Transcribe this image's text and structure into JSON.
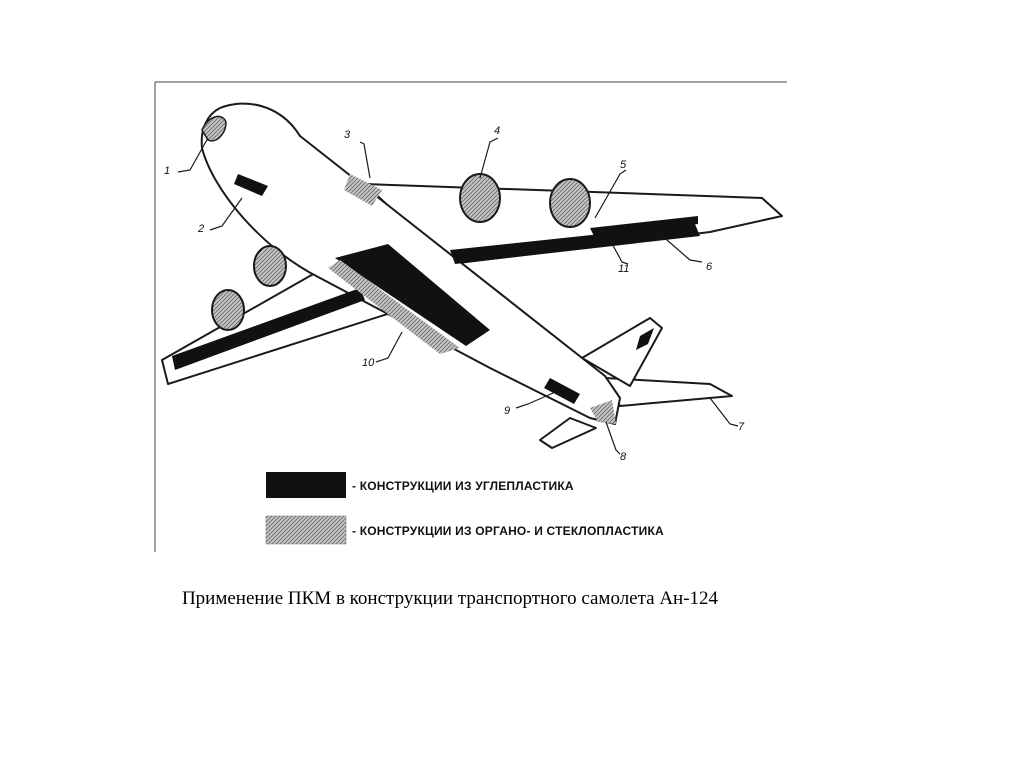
{
  "diagram": {
    "callouts": [
      "1",
      "2",
      "3",
      "4",
      "5",
      "6",
      "7",
      "8",
      "9",
      "10",
      "11"
    ],
    "legend": [
      {
        "label": "- КОНСТРУКЦИИ ИЗ УГЛЕПЛАСТИКА",
        "swatch": "black"
      },
      {
        "label": "- КОНСТРУКЦИИ ИЗ ОРГАНО- И СТЕКЛОПЛАСТИКА",
        "swatch": "hatched-gray"
      }
    ],
    "colors": {
      "black": "#111111",
      "gray": "#b8b8b8",
      "outline": "#1a1a1a"
    }
  },
  "caption": "Применение ПКМ в конструкции транспортного самолета Ан-124"
}
